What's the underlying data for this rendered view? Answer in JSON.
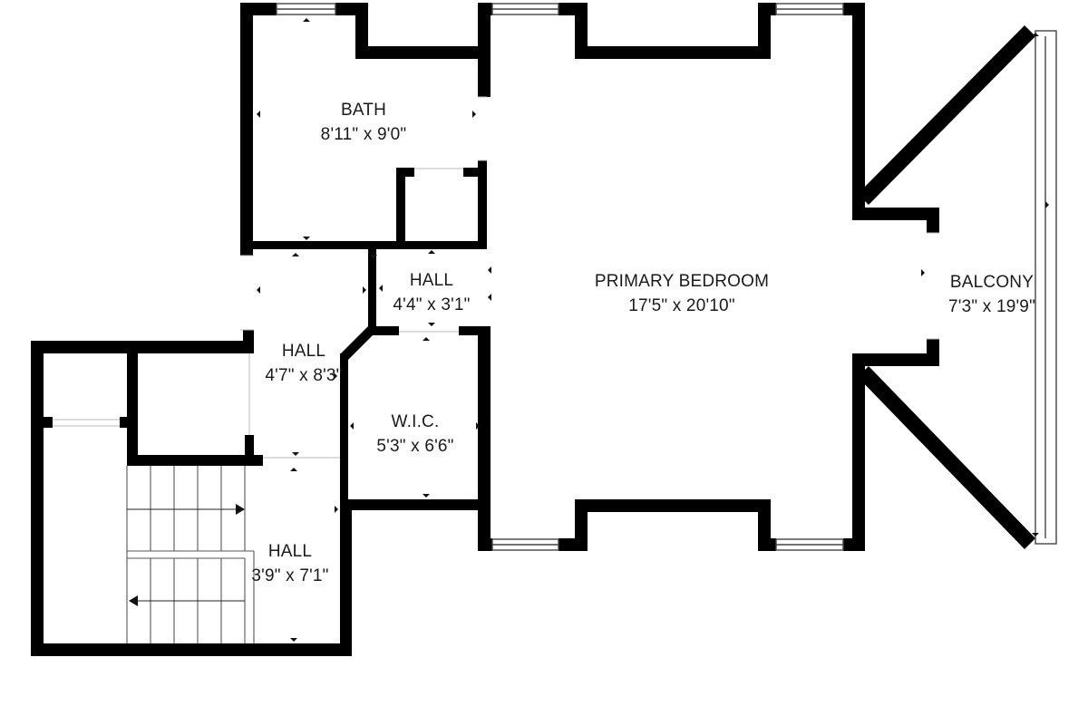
{
  "colors": {
    "wall": "#000000",
    "background": "#ffffff",
    "label": "#1a1a1a",
    "fixture_line": "#333333"
  },
  "rooms": {
    "bath": {
      "name": "BATH",
      "dims": "8'11\" x 9'0\""
    },
    "hall_upper": {
      "name": "HALL",
      "dims": "4'4\" x 3'1\""
    },
    "primary_bedroom": {
      "name": "PRIMARY BEDROOM",
      "dims": "17'5\" x 20'10\""
    },
    "balcony": {
      "name": "BALCONY",
      "dims": "7'3\" x 19'9\""
    },
    "hall_middle": {
      "name": "HALL",
      "dims": "4'7\" x 8'3\""
    },
    "wic": {
      "name": "W.I.C.",
      "dims": "5'3\" x 6'6\""
    },
    "hall_lower": {
      "name": "HALL",
      "dims": "3'9\" x 7'1\""
    }
  },
  "icons": {
    "stair_arrow": "arrow-left-icon",
    "dimension_marker": "triangle-marker-icon"
  }
}
